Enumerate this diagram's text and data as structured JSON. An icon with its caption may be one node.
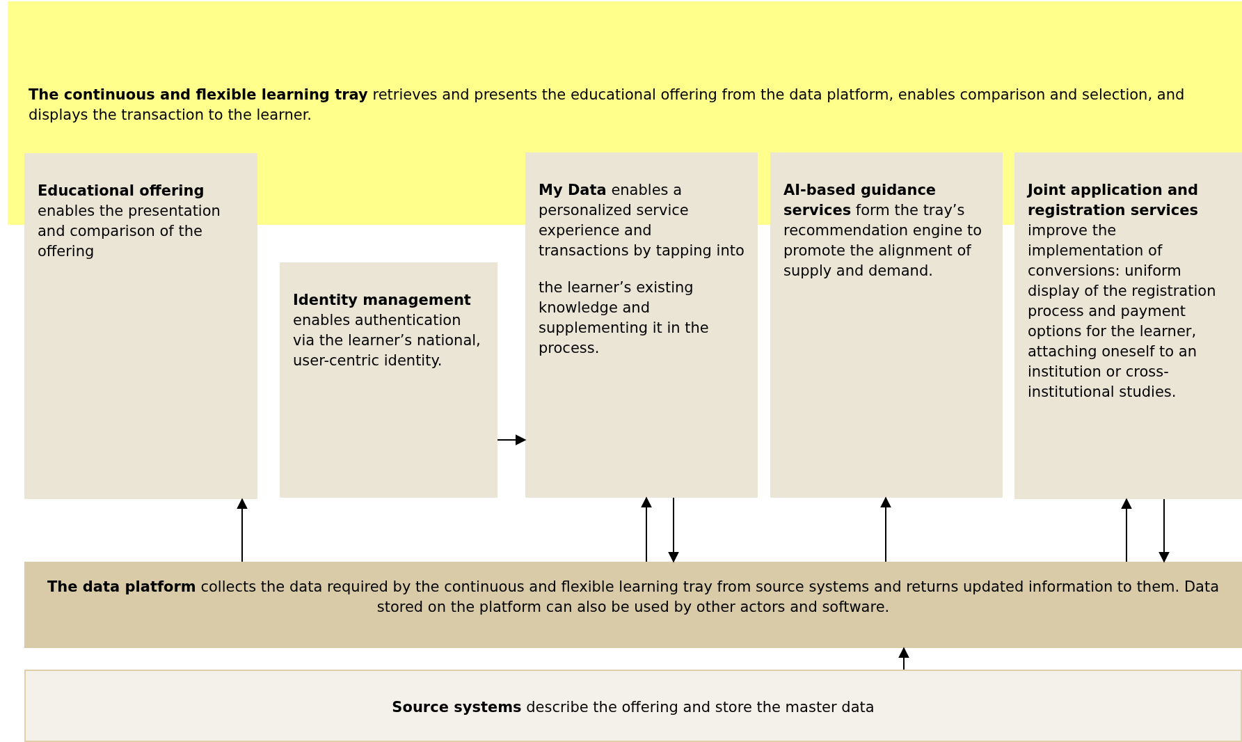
{
  "diagram": {
    "nodes": [
      {
        "text": [
          "**The continuous and flexible learning tray** retrieves and presents the educational offering from the data platform, enables comparison and selection, and displays the transaction to the learner."
        ]
      },
      {
        "text": [
          "**Educational offering** enables the presentation and comparison of the offering"
        ]
      },
      {
        "text": [
          "**Identity management** enables authentication via the learner’s national, user-centric identity."
        ]
      },
      {
        "text": [
          "**My Data** enables a personalized service experience and transactions by tapping into",
          "the learner’s existing knowledge and supplementing it in the process."
        ]
      },
      {
        "text": [
          "**AI-based guidance services** form the tray’s recommendation engine to promote the alignment of supply and demand."
        ]
      },
      {
        "text": [
          "**Joint application and registration services** improve the implementation of conversions: uniform display of the registration process and payment options for the learner, attaching oneself to an institution or cross-institutional studies."
        ]
      },
      {
        "text": [
          "**The data platform** collects the data required by the continuous and flexible learning tray from source systems and returns updated information to them. Data stored on the platform can also be used by other actors and software."
        ]
      },
      {
        "text": [
          "**Source systems** describe the offering and store the master data"
        ]
      }
    ],
    "edges": [
      {
        "from": 2,
        "to": 3,
        "arrow": "to"
      },
      {
        "from": 6,
        "to": 1,
        "arrow": "to"
      },
      {
        "from": 6,
        "to": 3,
        "arrow": "to"
      },
      {
        "from": 3,
        "to": 6,
        "arrow": "to"
      },
      {
        "from": 6,
        "to": 4,
        "arrow": "to"
      },
      {
        "from": 6,
        "to": 5,
        "arrow": "to"
      },
      {
        "from": 5,
        "to": 6,
        "arrow": "to"
      },
      {
        "from": 7,
        "to": 6,
        "arrow": "to"
      }
    ]
  }
}
